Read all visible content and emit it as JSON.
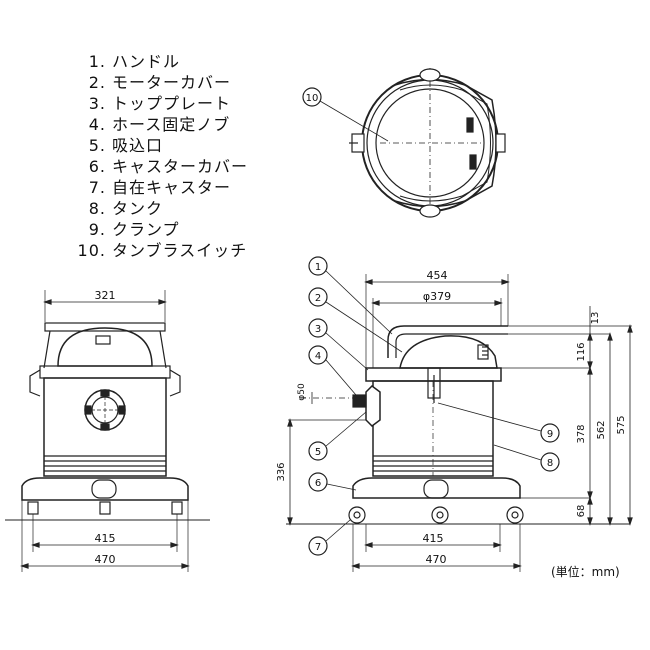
{
  "legend": [
    {
      "num": "1.",
      "label": "ハンドル"
    },
    {
      "num": "2.",
      "label": "モーターカバー"
    },
    {
      "num": "3.",
      "label": "トッププレート"
    },
    {
      "num": "4.",
      "label": "ホース固定ノブ"
    },
    {
      "num": "5.",
      "label": "吸込口"
    },
    {
      "num": "6.",
      "label": "キャスターカバー"
    },
    {
      "num": "7.",
      "label": "自在キャスター"
    },
    {
      "num": "8.",
      "label": "タンク"
    },
    {
      "num": "9.",
      "label": "クランプ"
    },
    {
      "num": "10.",
      "label": "タンブラスイッチ"
    }
  ],
  "unit_note": "(単位：mm)",
  "front_view": {
    "dim_top": "321",
    "dim_bottom_inner": "415",
    "dim_bottom_outer": "470"
  },
  "side_view": {
    "dim_454": "454",
    "dim_379": "φ379",
    "dim_13": "13",
    "dim_116": "116",
    "dim_378": "378",
    "dim_562": "562",
    "dim_575": "575",
    "dim_68": "68",
    "dim_336": "336",
    "dim_50": "φ50",
    "dim_415": "415",
    "dim_470": "470",
    "callouts": [
      "1",
      "2",
      "3",
      "4",
      "5",
      "6",
      "7",
      "8",
      "9"
    ]
  },
  "top_view": {
    "callout": "10"
  }
}
